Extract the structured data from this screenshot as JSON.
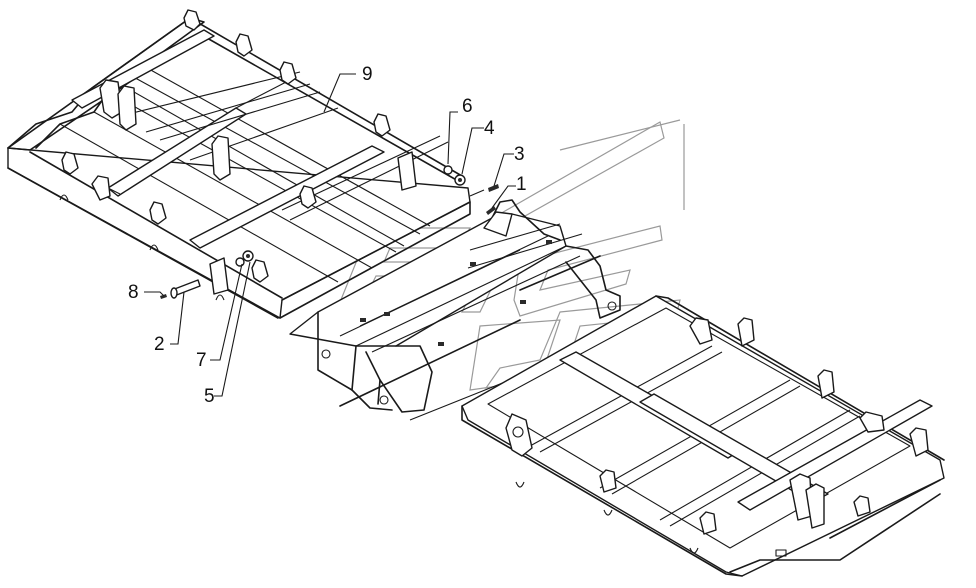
{
  "diagram": {
    "callouts": [
      {
        "id": "c1",
        "label": "1"
      },
      {
        "id": "c2",
        "label": "2"
      },
      {
        "id": "c3",
        "label": "3"
      },
      {
        "id": "c4",
        "label": "4"
      },
      {
        "id": "c5",
        "label": "5"
      },
      {
        "id": "c6",
        "label": "6"
      },
      {
        "id": "c7",
        "label": "7"
      },
      {
        "id": "c8",
        "label": "8"
      },
      {
        "id": "c9",
        "label": "9"
      }
    ],
    "colors": {
      "line": "#1a1a1a",
      "watermark": "#9a9a9a",
      "background": "#ffffff"
    }
  }
}
